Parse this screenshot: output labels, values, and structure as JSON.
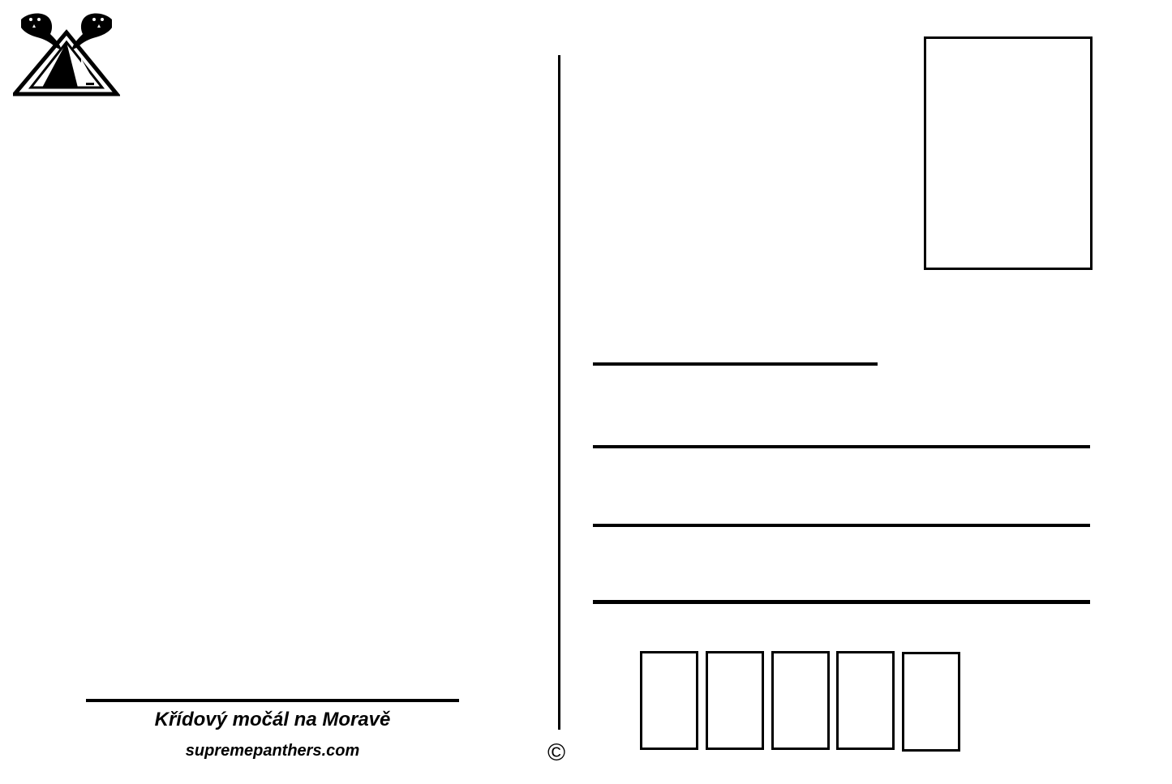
{
  "postcard": {
    "caption_title": "Křídový močál na Moravě",
    "caption_site": "supremepanthers.com",
    "copyright_symbol": "©"
  },
  "zip_boxes": 5
}
